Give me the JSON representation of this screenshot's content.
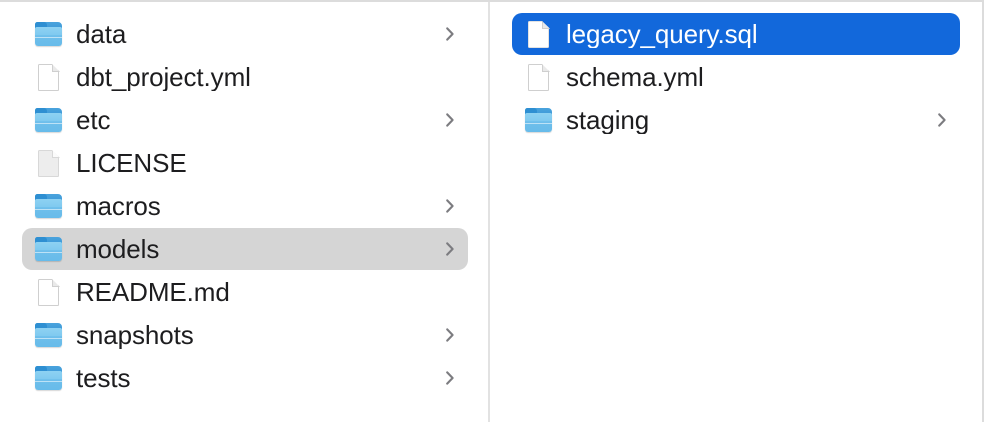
{
  "window": {
    "view_mode": "column",
    "accent_color": "#1268db",
    "highlight_color": "#d5d5d5",
    "text_color": "#1d1d1f",
    "chevron_icon": "chevron-right-icon"
  },
  "columns": [
    {
      "name": "parent-column",
      "items": [
        {
          "label": "data",
          "kind": "folder",
          "icon": "folder-icon",
          "has_children": true,
          "state": "normal"
        },
        {
          "label": "dbt_project.yml",
          "kind": "file",
          "icon": "document-icon",
          "has_children": false,
          "state": "normal"
        },
        {
          "label": "etc",
          "kind": "folder",
          "icon": "folder-icon",
          "has_children": true,
          "state": "normal"
        },
        {
          "label": "LICENSE",
          "kind": "file-plain",
          "icon": "plain-document-icon",
          "has_children": false,
          "state": "normal"
        },
        {
          "label": "macros",
          "kind": "folder",
          "icon": "folder-icon",
          "has_children": true,
          "state": "normal"
        },
        {
          "label": "models",
          "kind": "folder",
          "icon": "folder-icon",
          "has_children": true,
          "state": "highlighted"
        },
        {
          "label": "README.md",
          "kind": "file",
          "icon": "document-icon",
          "has_children": false,
          "state": "normal"
        },
        {
          "label": "snapshots",
          "kind": "folder",
          "icon": "folder-icon",
          "has_children": true,
          "state": "normal"
        },
        {
          "label": "tests",
          "kind": "folder",
          "icon": "folder-icon",
          "has_children": true,
          "state": "normal"
        }
      ]
    },
    {
      "name": "child-column",
      "items": [
        {
          "label": "legacy_query.sql",
          "kind": "file",
          "icon": "document-icon",
          "has_children": false,
          "state": "selected"
        },
        {
          "label": "schema.yml",
          "kind": "file",
          "icon": "document-icon",
          "has_children": false,
          "state": "normal"
        },
        {
          "label": "staging",
          "kind": "folder",
          "icon": "folder-icon",
          "has_children": true,
          "state": "normal"
        }
      ]
    }
  ]
}
